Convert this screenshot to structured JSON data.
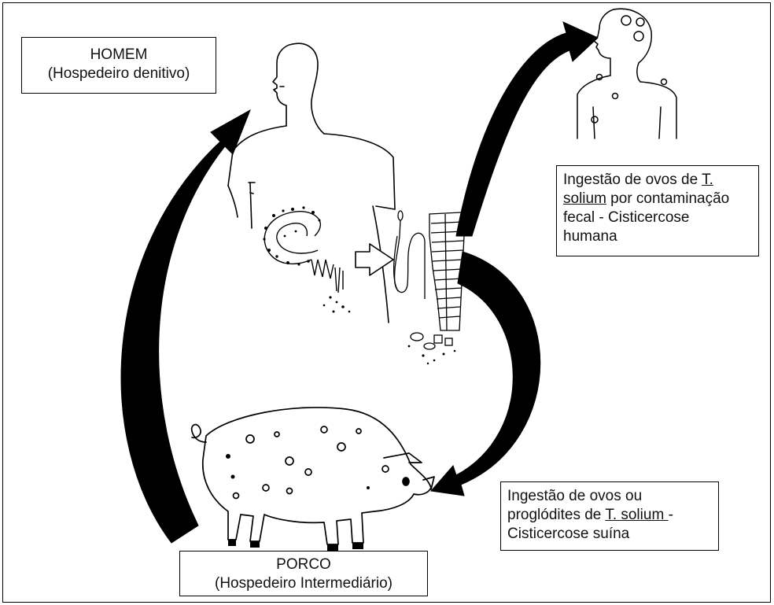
{
  "labels": {
    "homem_title": "HOMEM",
    "homem_sub": "(Hospedeiro denitivo)",
    "porco_title": "PORCO",
    "porco_sub": "(Hospedeiro Intermediário)",
    "cisticercose_humana": {
      "line1_pre": "Ingestão de ovos de ",
      "line1_u": "T.",
      "line2_u": "solium",
      "line2_post": " por contaminação",
      "line3": "fecal - Cisticercose",
      "line4": "humana"
    },
    "cisticercose_suina": {
      "line1": "Ingestão de ovos ou",
      "line2_pre": "proglódites de ",
      "line2_u": "T. solium ",
      "line2_post": "-",
      "line3": "Cisticercose suína"
    }
  },
  "colors": {
    "ink": "#000000",
    "background": "#ffffff"
  },
  "icons": [
    "human-torso-figure",
    "human-bust-figure",
    "pig-figure",
    "tapeworm-figure",
    "intestine-figure",
    "cycle-arrow"
  ]
}
